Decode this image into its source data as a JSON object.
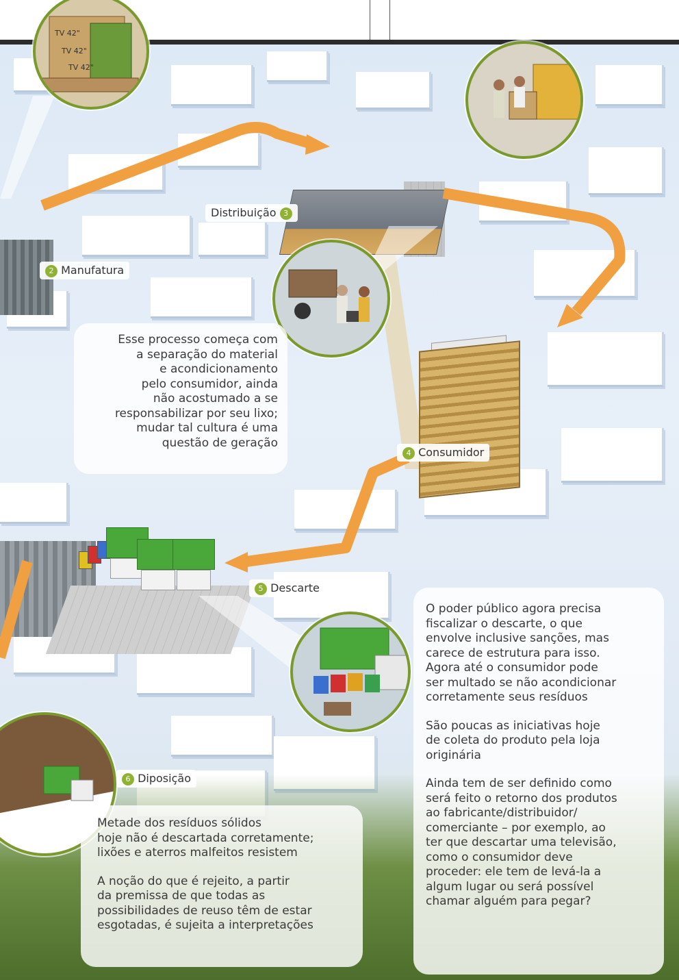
{
  "stages": {
    "manufatura": {
      "number": "2",
      "name": "Manufatura"
    },
    "distribuicao": {
      "number": "3",
      "name": "Distribuição"
    },
    "consumidor": {
      "number": "4",
      "name": "Consumidor"
    },
    "descarte": {
      "number": "5",
      "name": "Descarte"
    },
    "diposicao": {
      "number": "6",
      "name": "Diposição"
    }
  },
  "notes": {
    "consumer": "Esse processo começa com\na separação do material\ne acondicionamento\npelo consumidor, ainda\nnão acostumado a se\nresponsabilizar por seu lixo;\nmudar tal cultura é uma\nquestão de geração",
    "public_power": "O poder público agora precisa\nfiscalizar o descarte, o que\nenvolve inclusive sanções, mas\ncarece de estrutura para isso.\nAgora até o consumidor pode\nser multado se não acondicionar\ncorretamente seus resíduos",
    "store_initiatives": "São poucas as iniciativas hoje\nde coleta do produto pela loja\noriginária",
    "return_definition": "Ainda tem de ser definido como\nserá feito o retorno dos produtos\nao fabricante/distribuidor/\ncomerciante – por exemplo, ao\nter que descartar uma televisão,\ncomo o consumidor deve\nproceder: ele tem de levá-la a\nalgum lugar ou será possível\nchamar alguém para pegar?",
    "solid_waste": "Metade dos resíduos sólidos\nhoje não é descartada corretamente;\nlixões e aterros malfeitos resistem",
    "reject_notion": "A noção do que é rejeito, a partir\nda premissa de que todas as\npossibilidades de reuso têm de estar\nesgotadas, é sujeita a interpretações"
  },
  "box_labels": {
    "tv": "TV 42\""
  },
  "colors": {
    "accent_green": "#8fb233",
    "arrow_orange": "#f0a040",
    "medallion_border": "#7a9a2e"
  }
}
